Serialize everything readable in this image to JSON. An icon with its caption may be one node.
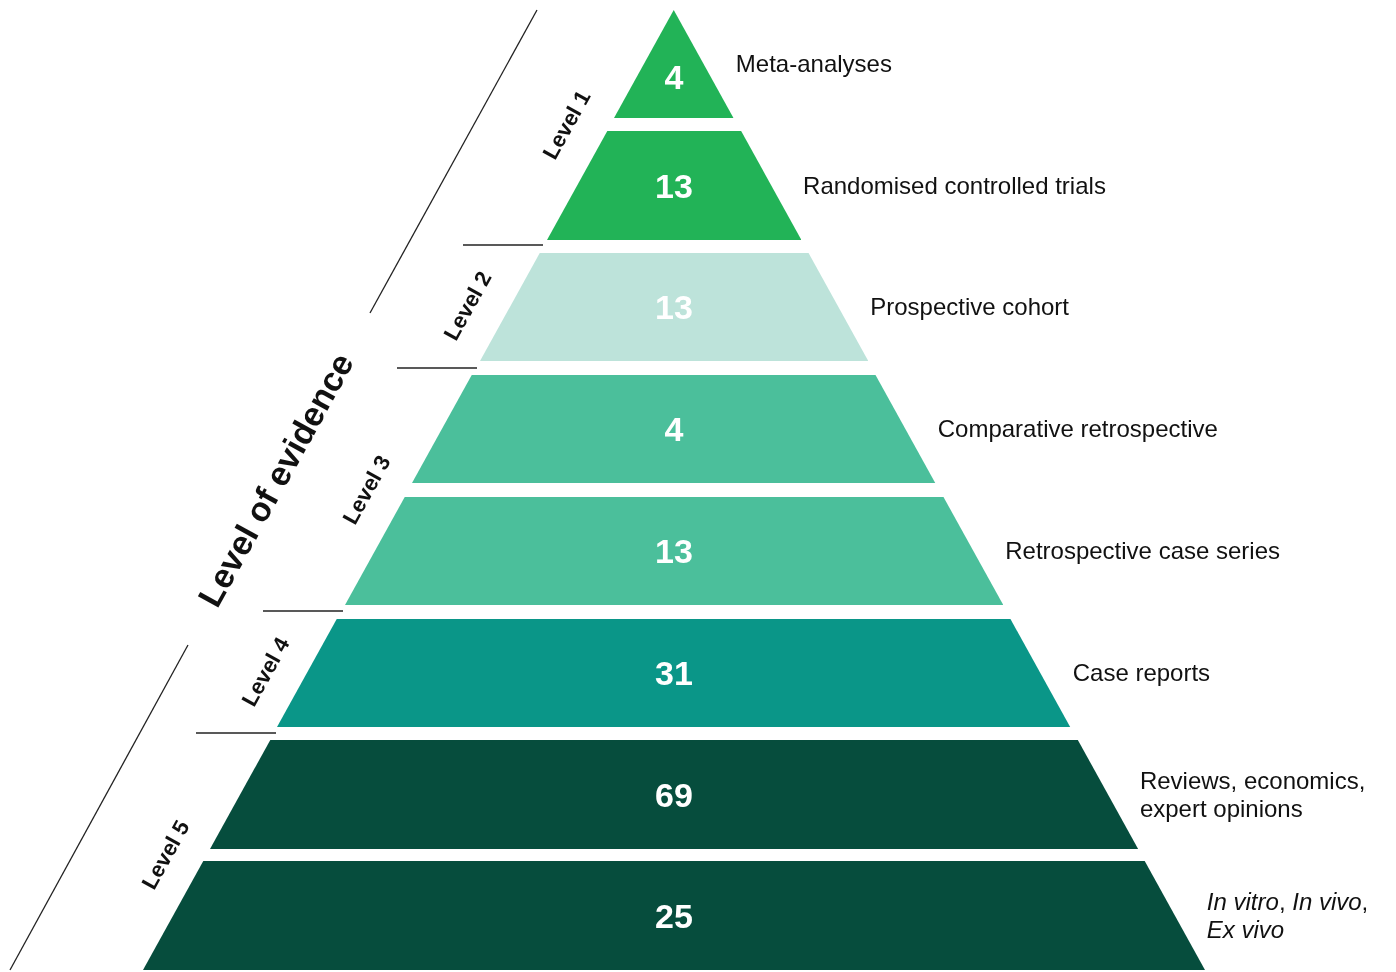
{
  "diagram": {
    "nodes": [
      {
        "text": [
          "4"
        ],
        "beside": [
          "Meta-analyses"
        ]
      },
      {
        "text": [
          "13"
        ],
        "beside": [
          "Randomised controlled trials"
        ]
      },
      {
        "text": [
          "13"
        ],
        "beside": [
          "Prospective cohort"
        ]
      },
      {
        "text": [
          "4"
        ],
        "beside": [
          "Comparative retrospective"
        ]
      },
      {
        "text": [
          "13"
        ],
        "beside": [
          "Retrospective case series"
        ]
      },
      {
        "text": [
          "31"
        ],
        "beside": [
          "Case reports"
        ]
      },
      {
        "text": [
          "69"
        ],
        "beside": [
          "Reviews, economics, expert opinions"
        ]
      },
      {
        "text": [
          "25"
        ],
        "beside": [
          "*In vitro*, *In vivo*, *Ex vivo*"
        ]
      }
    ],
    "labels": [
      "Level of evidence",
      "Level 1",
      "Level 2",
      "Level 3",
      "Level 4",
      "Level 5"
    ]
  }
}
